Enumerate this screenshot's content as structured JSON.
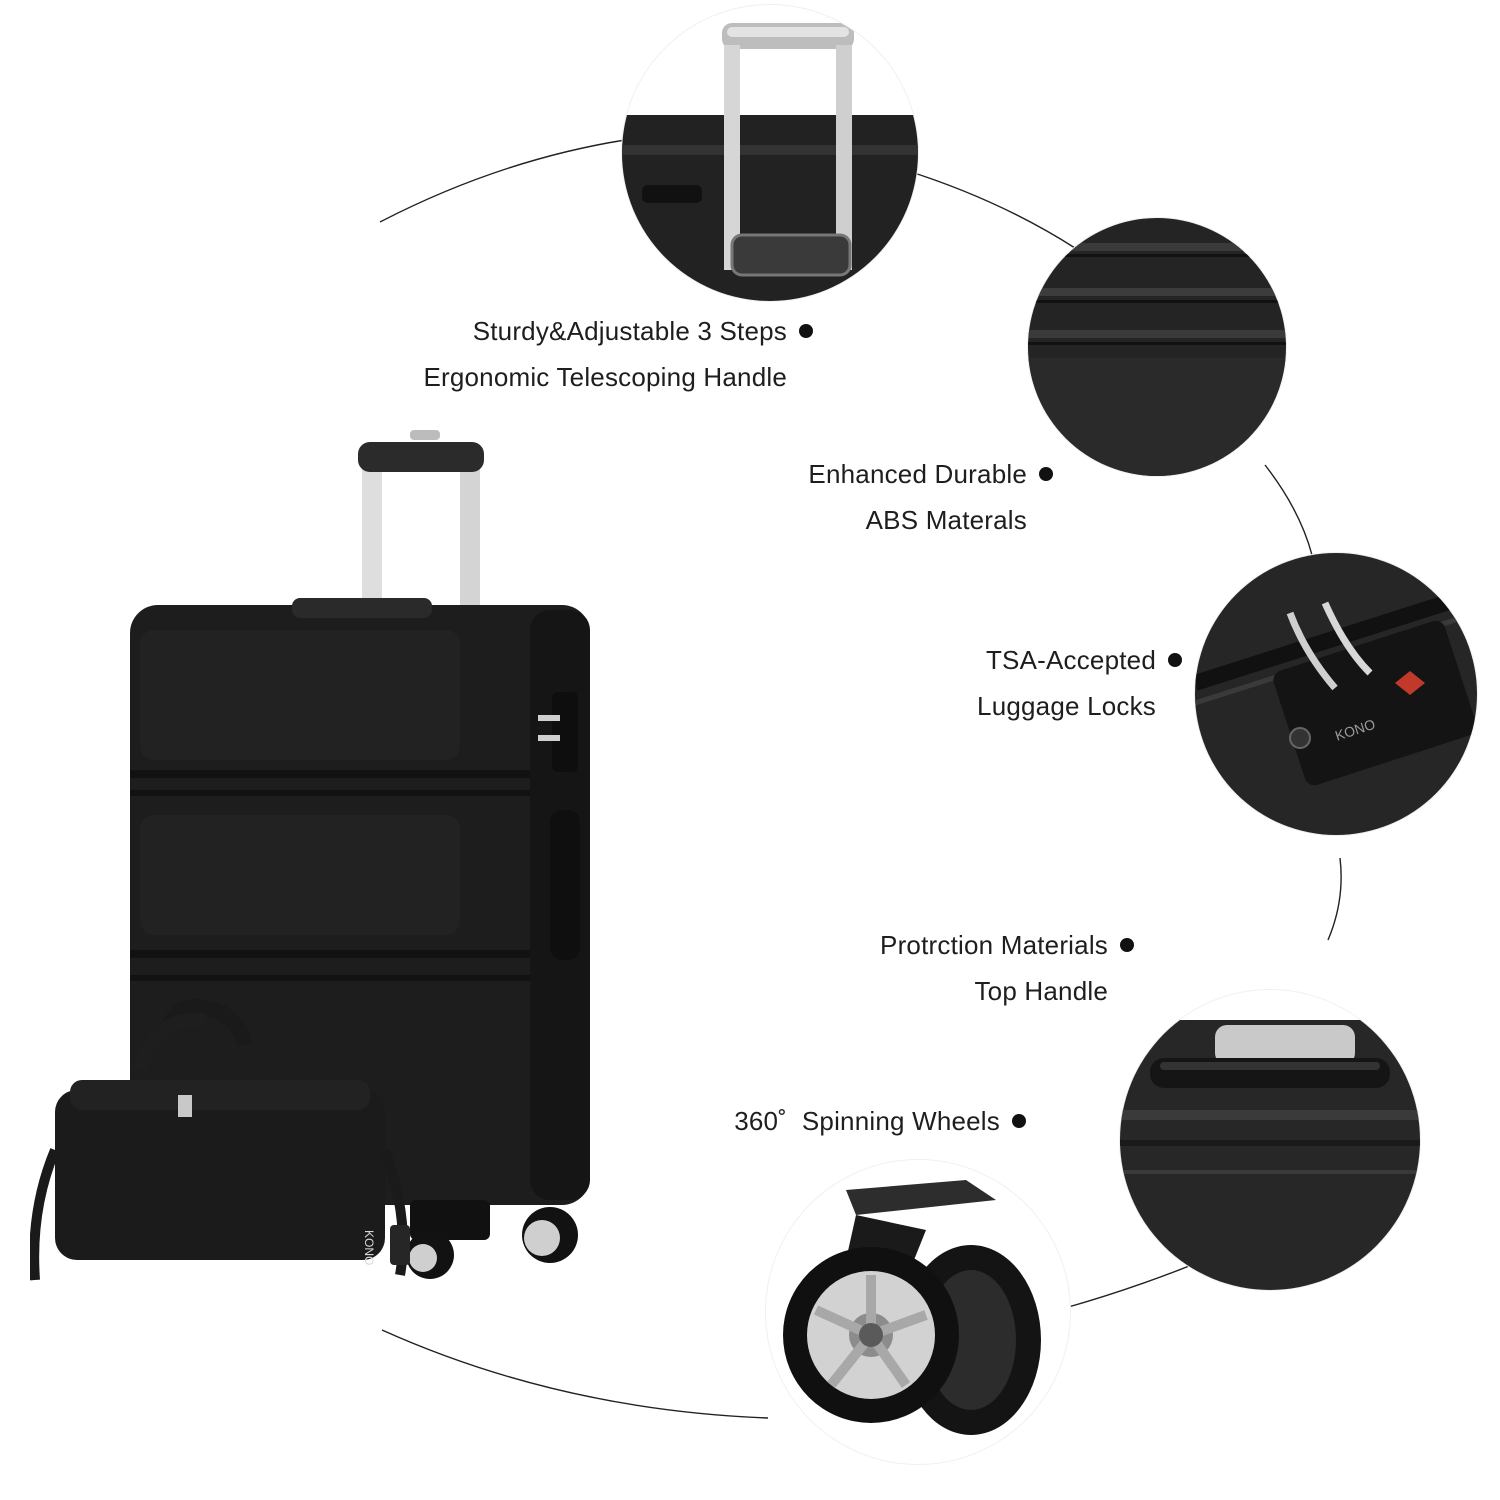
{
  "features": {
    "handle": {
      "line1": "Sturdy&Adjustable 3 Steps",
      "line2": "Ergonomic Telescoping Handle",
      "icon": "bullet-dot-icon"
    },
    "materials": {
      "line1": "Enhanced Durable",
      "line2": "ABS Materals",
      "icon": "bullet-dot-icon"
    },
    "locks": {
      "line1": "TSA-Accepted",
      "line2": "Luggage Locks",
      "icon": "bullet-dot-icon"
    },
    "top_handle": {
      "line1": "Protrction Materials",
      "line2": "Top Handle",
      "icon": "bullet-dot-icon"
    },
    "wheels": {
      "line1": "360˚  Spinning Wheels",
      "icon": "bullet-dot-icon"
    }
  },
  "brand": {
    "lock_label": "KONO",
    "bag_label": "KONO"
  },
  "colors": {
    "background": "#ffffff",
    "suitcase": "#1c1c1c",
    "handle_metal": "#c9c9c9",
    "wheel_silver": "#d0d0d0",
    "lock_red": "#c0392b"
  }
}
